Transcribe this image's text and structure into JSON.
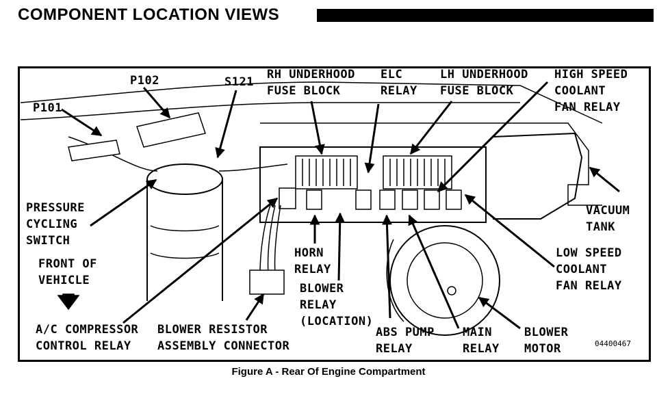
{
  "header": {
    "title": "COMPONENT LOCATION VIEWS"
  },
  "labels": {
    "p101": "P101",
    "p102": "P102",
    "s121": "S121",
    "rh_fuse": [
      "RH UNDERHOOD",
      "FUSE BLOCK"
    ],
    "elc": [
      "ELC",
      "RELAY"
    ],
    "lh_fuse": [
      "LH UNDERHOOD",
      "FUSE BLOCK"
    ],
    "high_speed": [
      "HIGH SPEED",
      "COOLANT",
      "FAN RELAY"
    ],
    "vacuum": [
      "VACUUM",
      "TANK"
    ],
    "pressure": [
      "PRESSURE",
      "CYCLING",
      "SWITCH"
    ],
    "front": [
      "FRONT OF",
      "VEHICLE"
    ],
    "horn": [
      "HORN",
      "RELAY"
    ],
    "blower_relay": [
      "BLOWER",
      "RELAY",
      "(LOCATION)"
    ],
    "low_speed": [
      "LOW SPEED",
      "COOLANT",
      "FAN RELAY"
    ],
    "ac_comp": [
      "A/C COMPRESSOR",
      "CONTROL RELAY"
    ],
    "blower_res": [
      "BLOWER RESISTOR",
      "ASSEMBLY CONNECTOR"
    ],
    "abs": [
      "ABS PUMP",
      "RELAY"
    ],
    "main": [
      "MAIN",
      "RELAY"
    ],
    "blower_motor": [
      "BLOWER",
      "MOTOR"
    ]
  },
  "figure_code": "04400467",
  "caption": "Figure A - Rear Of Engine Compartment"
}
